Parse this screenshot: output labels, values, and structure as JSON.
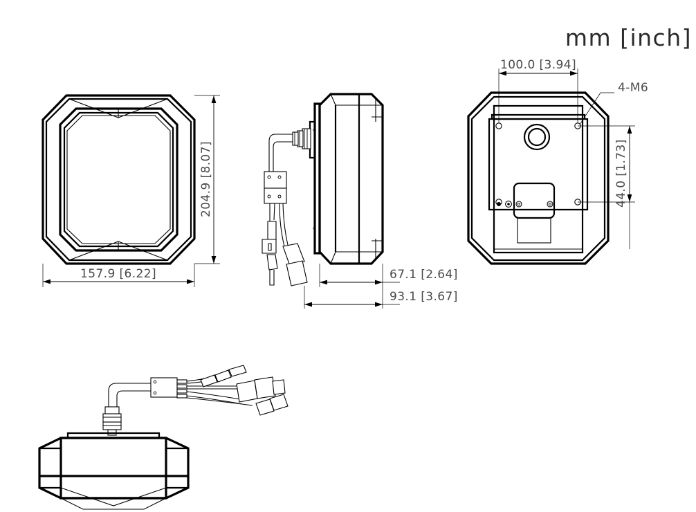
{
  "drawing": {
    "title_note": "mm [inch]",
    "units": "mm [inch]",
    "background_color": "#ffffff",
    "line_color": "#000000",
    "text_color": "#4a4a4a"
  },
  "views": {
    "front": {
      "name": "front-view",
      "dimensions": {
        "width": "157.9 [6.22]",
        "height": "204.9 [8.07]"
      }
    },
    "side": {
      "name": "side-view",
      "dimensions": {
        "body_depth": "67.1 [2.64]",
        "total_depth": "93.1 [3.67]"
      }
    },
    "rear": {
      "name": "rear-view",
      "dimensions": {
        "hole_spacing_horizontal": "100.0 [3.94]",
        "hole_spacing_vertical": "44.0 [1.73]"
      },
      "callouts": {
        "mounting_threads": "4-M6"
      }
    },
    "bottom": {
      "name": "bottom-view"
    }
  }
}
